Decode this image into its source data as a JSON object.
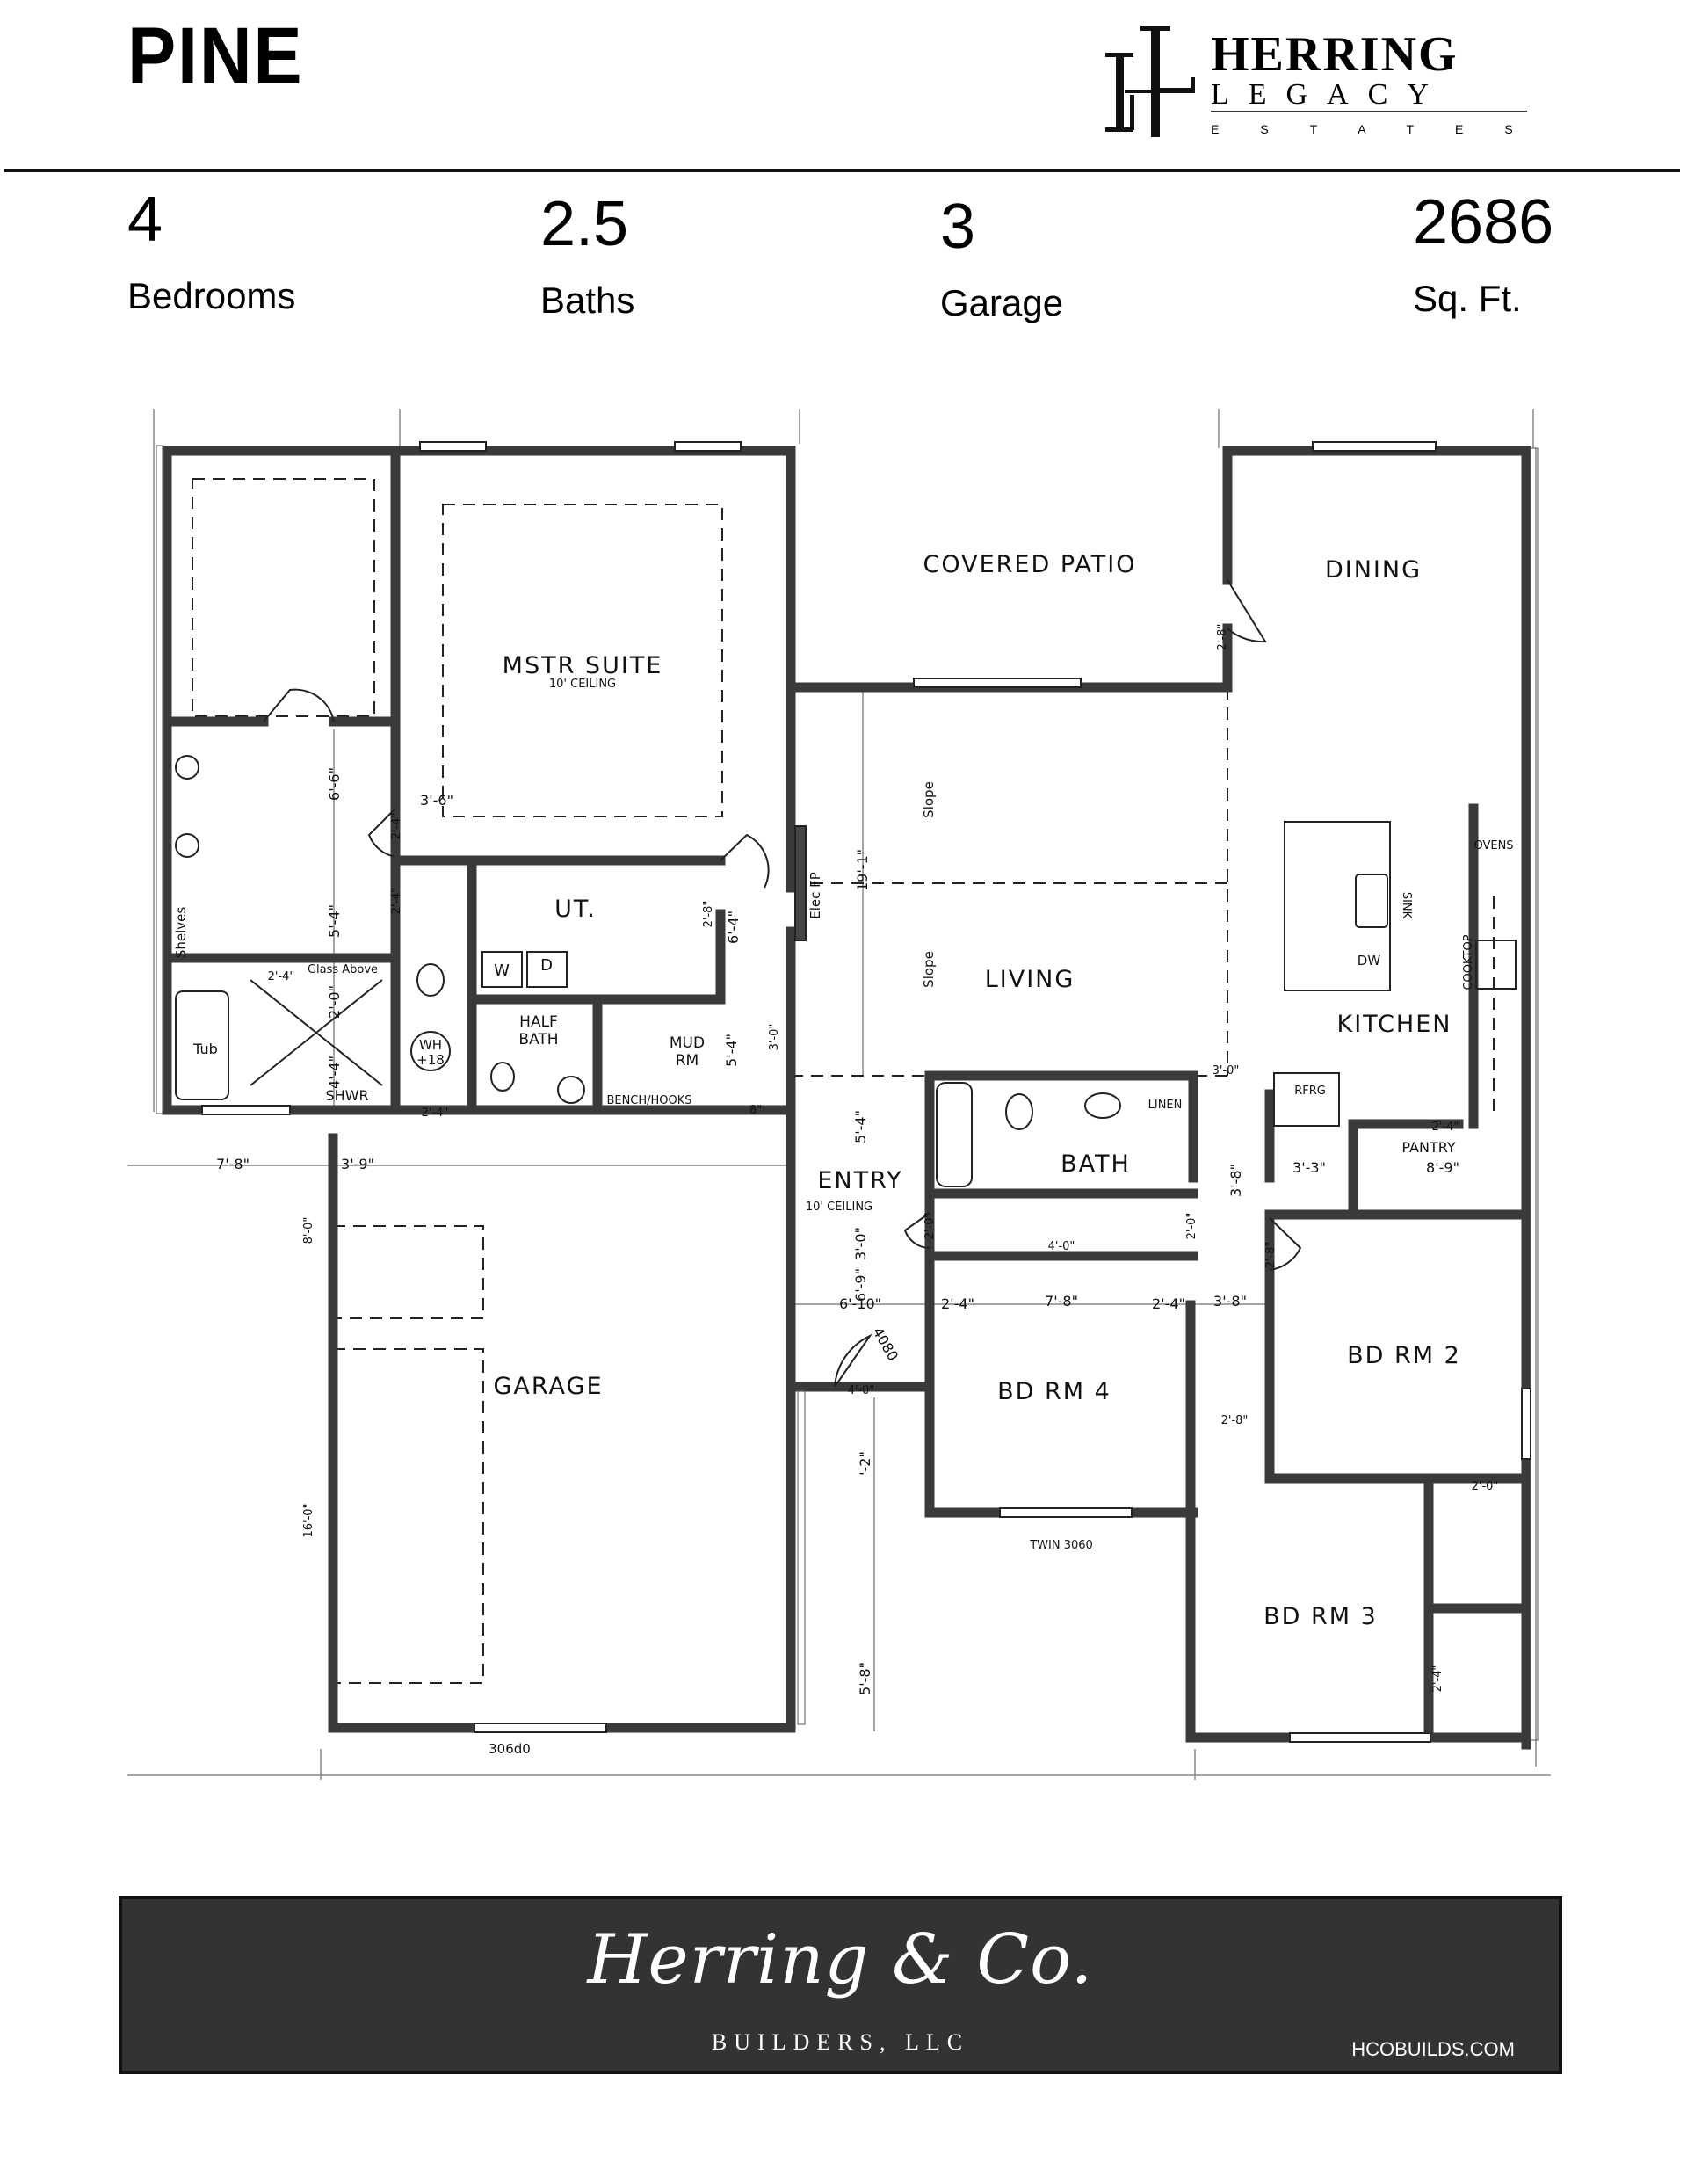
{
  "header": {
    "plan_name": "PINE",
    "logo": {
      "line1": "HERRING",
      "line2": "LEGACY",
      "line3": "ESTATES",
      "monogram": "HL"
    }
  },
  "stats": [
    {
      "value": "4",
      "label": "Bedrooms"
    },
    {
      "value": "2.5",
      "label": "Baths"
    },
    {
      "value": "3",
      "label": "Garage"
    },
    {
      "value": "2686",
      "label": "Sq. Ft."
    }
  ],
  "plan": {
    "rooms": {
      "covered_patio": "COVERED PATIO",
      "dining": "DINING",
      "master_suite": "MSTR SUITE",
      "master_ceiling": "10' CEILING",
      "utility": "UT.",
      "living": "LIVING",
      "kitchen": "KITCHEN",
      "half_bath": [
        "HALF",
        "BATH"
      ],
      "mud_room": [
        "MUD",
        "RM"
      ],
      "bench_hooks": "BENCH/HOOKS",
      "tub": "Tub",
      "shower": "SHWR",
      "shelves": "Shelves",
      "glass_above": "Glass Above",
      "water_heater": [
        "WH",
        "+18"
      ],
      "washer": "W",
      "dryer": "D",
      "entry": "ENTRY",
      "entry_ceiling": "10' CEILING",
      "bath": "BATH",
      "linen": "LINEN",
      "bd_rm_4": "BD RM 4",
      "bd_rm_2": "BD RM 2",
      "bd_rm_3": "BD RM 3",
      "garage": "GARAGE",
      "pantry": "PANTRY",
      "refrigerator": "RFRG",
      "ovens": "OVENS",
      "sink": "SINK",
      "dishwasher": "DW",
      "cooktop": "COOKTOP",
      "fireplace": "Elec FP",
      "slope_1": "Slope",
      "slope_2": "Slope"
    },
    "windows": {
      "twin": "TWIN 3060",
      "garage_door": "306d0",
      "entry_door": "4080"
    },
    "dimensions": {
      "d_7_8_left": "7'-8\"",
      "d_3_9": "3'-9\"",
      "d_6_6": "6'-6\"",
      "d_5_4": "5'-4\"",
      "d_3_6": "3'-6\"",
      "d_2_0": "2'-0\"",
      "d_4_4": "4'-4\"",
      "d_2_4_a": "2'-4\"",
      "d_2_4_b": "2'-4\"",
      "d_2_4_c": "2'-4\"",
      "d_2_4_d": "2'-4\"",
      "d_2_8_a": "2'-8\"",
      "d_6_4": "6'-4\"",
      "d_5_4_mud": "5'-4\"",
      "d_3_0_a": "3'-0\"",
      "d_2_8_patio": "2'-8\"",
      "d_19_1": "19'-1\"",
      "d_3_0_b": "3'-0\"",
      "d_5_4_entry": "5'-4\"",
      "d_3_0_c": "3'-0\"",
      "d_6_9": "6'-9\"",
      "d_6_10": "6'-10\"",
      "d_2_4_e": "2'-4\"",
      "d_7_8_mid": "7'-8\"",
      "d_2_4_f": "2'-4\"",
      "d_3_8_a": "3'-8\"",
      "d_4_0_a": "4'-0\"",
      "d_4_0_b": "4'-0\"",
      "d_2_0_a": "2'-0\"",
      "d_2_0_b": "2'-0\"",
      "d_3_8_b": "3'-8\"",
      "d_3_3": "3'-3\"",
      "d_8_9": "8'-9\"",
      "d_2_4_pantry": "2'-4\"",
      "d_2_8_b": "2'-8\"",
      "d_2_8_c": "2'-8\"",
      "d_2_0_c": "2'-0\"",
      "d_2_4_g": "2'-4\"",
      "d_8_0": "8'-0\"",
      "d_16_0": "16'-0\"",
      "d_5_8": "5'-8\"",
      "d_2": "'-2\"",
      "d_8": "8\""
    }
  },
  "footer": {
    "signature": "Herring & Co.",
    "company": "BUILDERS, LLC",
    "website": "HCOBUILDS.COM",
    "background": "#333333"
  }
}
